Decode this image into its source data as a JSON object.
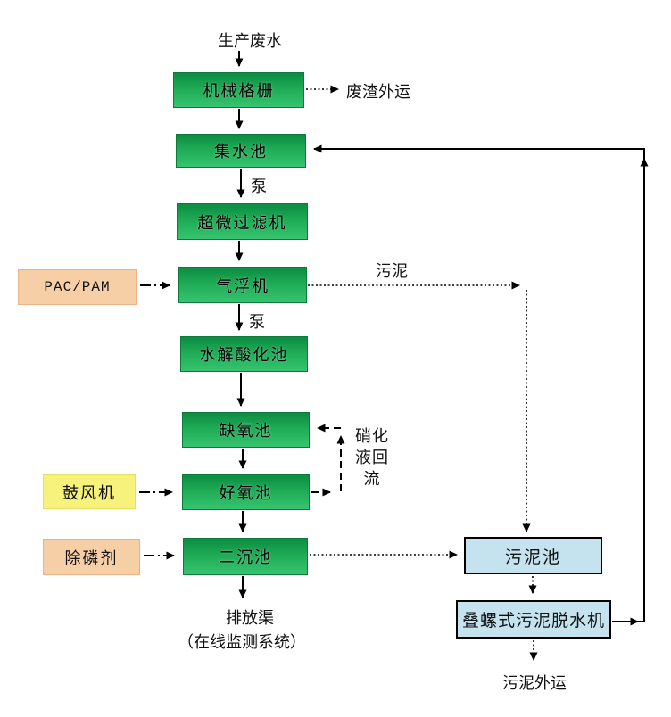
{
  "flow": {
    "influent": "生产废水",
    "mechanical_screen": "机械格栅",
    "waste_residue_out": "废渣外运",
    "collecting_tank": "集水池",
    "pump": "泵",
    "ultrafine_filter": "超微过滤机",
    "pac_pam": "PAC/PAM",
    "air_flotation": "气浮机",
    "sludge": "污泥",
    "hydrolysis_acidification": "水解酸化池",
    "anoxic_tank": "缺氧池",
    "nitrification_reflux_l1": "硝化",
    "nitrification_reflux_l2": "液回",
    "nitrification_reflux_l3": "流",
    "blower": "鼓风机",
    "aerobic_tank": "好氧池",
    "phosphorus_removal_agent": "除磷剂",
    "secondary_clarifier": "二沉池",
    "discharge_channel": "排放渠",
    "online_monitoring": "（在线监测系统）",
    "sludge_tank": "污泥池",
    "screw_dewatering_machine": "叠螺式污泥脱水机",
    "sludge_out": "污泥外运"
  },
  "colors": {
    "green_top": "#0b8c42",
    "green_mid": "#1fab56",
    "green_bottom": "#36c46e",
    "green_border": "#0b7a3b",
    "peach": "#f6cfa7",
    "peach_border": "#eab286",
    "yellow": "#f6f27c",
    "yellow_border": "#e6df63",
    "blue": "#c5e3ef",
    "line": "#000000"
  }
}
